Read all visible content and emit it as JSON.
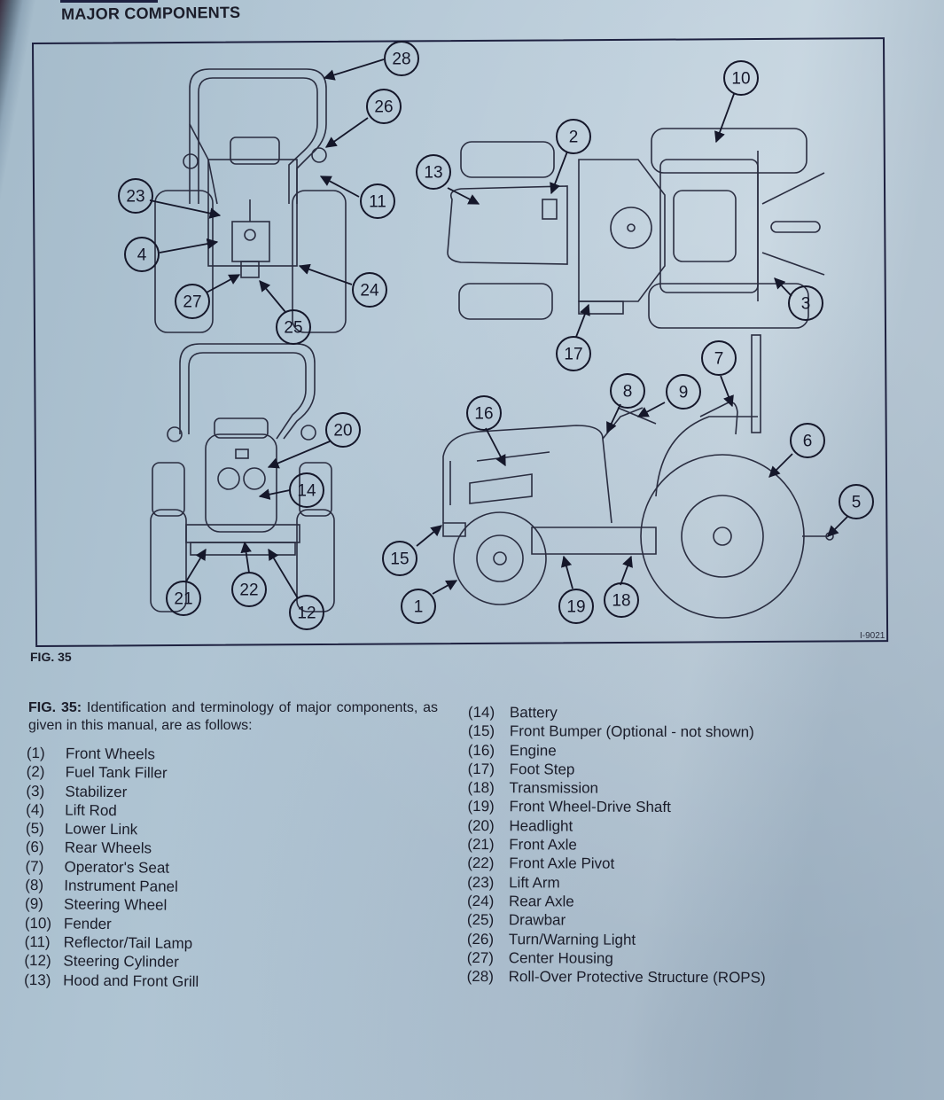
{
  "page": {
    "section_title": "MAJOR COMPONENTS",
    "figure_code": "I-9021",
    "figure_label": "FIG. 35",
    "caption": {
      "lead": "FIG. 35:",
      "text": "Identification and terminology of major components, as given in this manual, are as follows:"
    },
    "colors": {
      "paper": "#b3c6d4",
      "ink": "#1b1d2a"
    }
  },
  "diagram": {
    "views": [
      "rear-view",
      "top-view",
      "front-view",
      "side-view"
    ],
    "callouts": [
      "28",
      "26",
      "23",
      "11",
      "4",
      "24",
      "27",
      "25",
      "10",
      "2",
      "13",
      "3",
      "17",
      "7",
      "8",
      "9",
      "16",
      "6",
      "20",
      "14",
      "5",
      "15",
      "1",
      "19",
      "18",
      "21",
      "22",
      "12"
    ]
  },
  "components": {
    "left": [
      {
        "num": "(1)",
        "name": "Front Wheels"
      },
      {
        "num": "(2)",
        "name": "Fuel Tank Filler"
      },
      {
        "num": "(3)",
        "name": "Stabilizer"
      },
      {
        "num": "(4)",
        "name": "Lift Rod"
      },
      {
        "num": "(5)",
        "name": "Lower Link"
      },
      {
        "num": "(6)",
        "name": "Rear Wheels"
      },
      {
        "num": "(7)",
        "name": "Operator's Seat"
      },
      {
        "num": "(8)",
        "name": "Instrument Panel"
      },
      {
        "num": "(9)",
        "name": "Steering Wheel"
      },
      {
        "num": "(10)",
        "name": "Fender"
      },
      {
        "num": "(11)",
        "name": "Reflector/Tail Lamp"
      },
      {
        "num": "(12)",
        "name": "Steering Cylinder"
      },
      {
        "num": "(13)",
        "name": "Hood and Front Grill"
      }
    ],
    "right": [
      {
        "num": "(14)",
        "name": "Battery"
      },
      {
        "num": "(15)",
        "name": "Front Bumper (Optional - not shown)"
      },
      {
        "num": "(16)",
        "name": "Engine"
      },
      {
        "num": "(17)",
        "name": "Foot Step"
      },
      {
        "num": "(18)",
        "name": "Transmission"
      },
      {
        "num": "(19)",
        "name": "Front Wheel-Drive Shaft"
      },
      {
        "num": "(20)",
        "name": "Headlight"
      },
      {
        "num": "(21)",
        "name": "Front Axle"
      },
      {
        "num": "(22)",
        "name": "Front Axle Pivot"
      },
      {
        "num": "(23)",
        "name": "Lift Arm"
      },
      {
        "num": "(24)",
        "name": "Rear Axle"
      },
      {
        "num": "(25)",
        "name": "Drawbar"
      },
      {
        "num": "(26)",
        "name": "Turn/Warning Light"
      },
      {
        "num": "(27)",
        "name": "Center Housing"
      },
      {
        "num": "(28)",
        "name": "Roll-Over Protective Structure (ROPS)"
      }
    ]
  }
}
